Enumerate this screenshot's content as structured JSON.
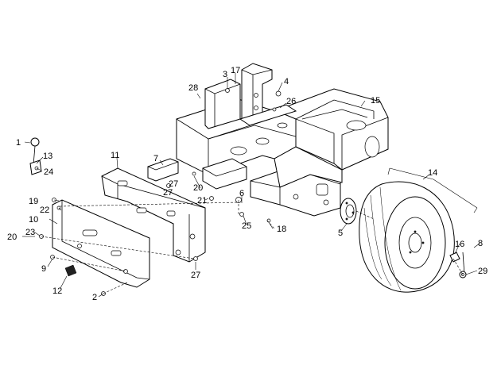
{
  "callouts": [
    {
      "id": "c1",
      "label": "1"
    },
    {
      "id": "c2",
      "label": "2"
    },
    {
      "id": "c3",
      "label": "3"
    },
    {
      "id": "c4",
      "label": "4"
    },
    {
      "id": "c5",
      "label": "5"
    },
    {
      "id": "c6",
      "label": "6"
    },
    {
      "id": "c7",
      "label": "7"
    },
    {
      "id": "c8",
      "label": "8"
    },
    {
      "id": "c9",
      "label": "9"
    },
    {
      "id": "c10",
      "label": "10"
    },
    {
      "id": "c11",
      "label": "11"
    },
    {
      "id": "c12",
      "label": "12"
    },
    {
      "id": "c13",
      "label": "13"
    },
    {
      "id": "c14",
      "label": "14"
    },
    {
      "id": "c15",
      "label": "15"
    },
    {
      "id": "c16",
      "label": "16"
    },
    {
      "id": "c17",
      "label": "17"
    },
    {
      "id": "c18",
      "label": "18"
    },
    {
      "id": "c19",
      "label": "19"
    },
    {
      "id": "c20a",
      "label": "20"
    },
    {
      "id": "c20b",
      "label": "20"
    },
    {
      "id": "c21",
      "label": "21"
    },
    {
      "id": "c22",
      "label": "22"
    },
    {
      "id": "c23",
      "label": "23"
    },
    {
      "id": "c24",
      "label": "24"
    },
    {
      "id": "c25",
      "label": "25"
    },
    {
      "id": "c26",
      "label": "26"
    },
    {
      "id": "c27a",
      "label": "27"
    },
    {
      "id": "c27b",
      "label": "27"
    },
    {
      "id": "c27c",
      "label": "27"
    },
    {
      "id": "c28",
      "label": "28"
    },
    {
      "id": "c29",
      "label": "29"
    }
  ]
}
